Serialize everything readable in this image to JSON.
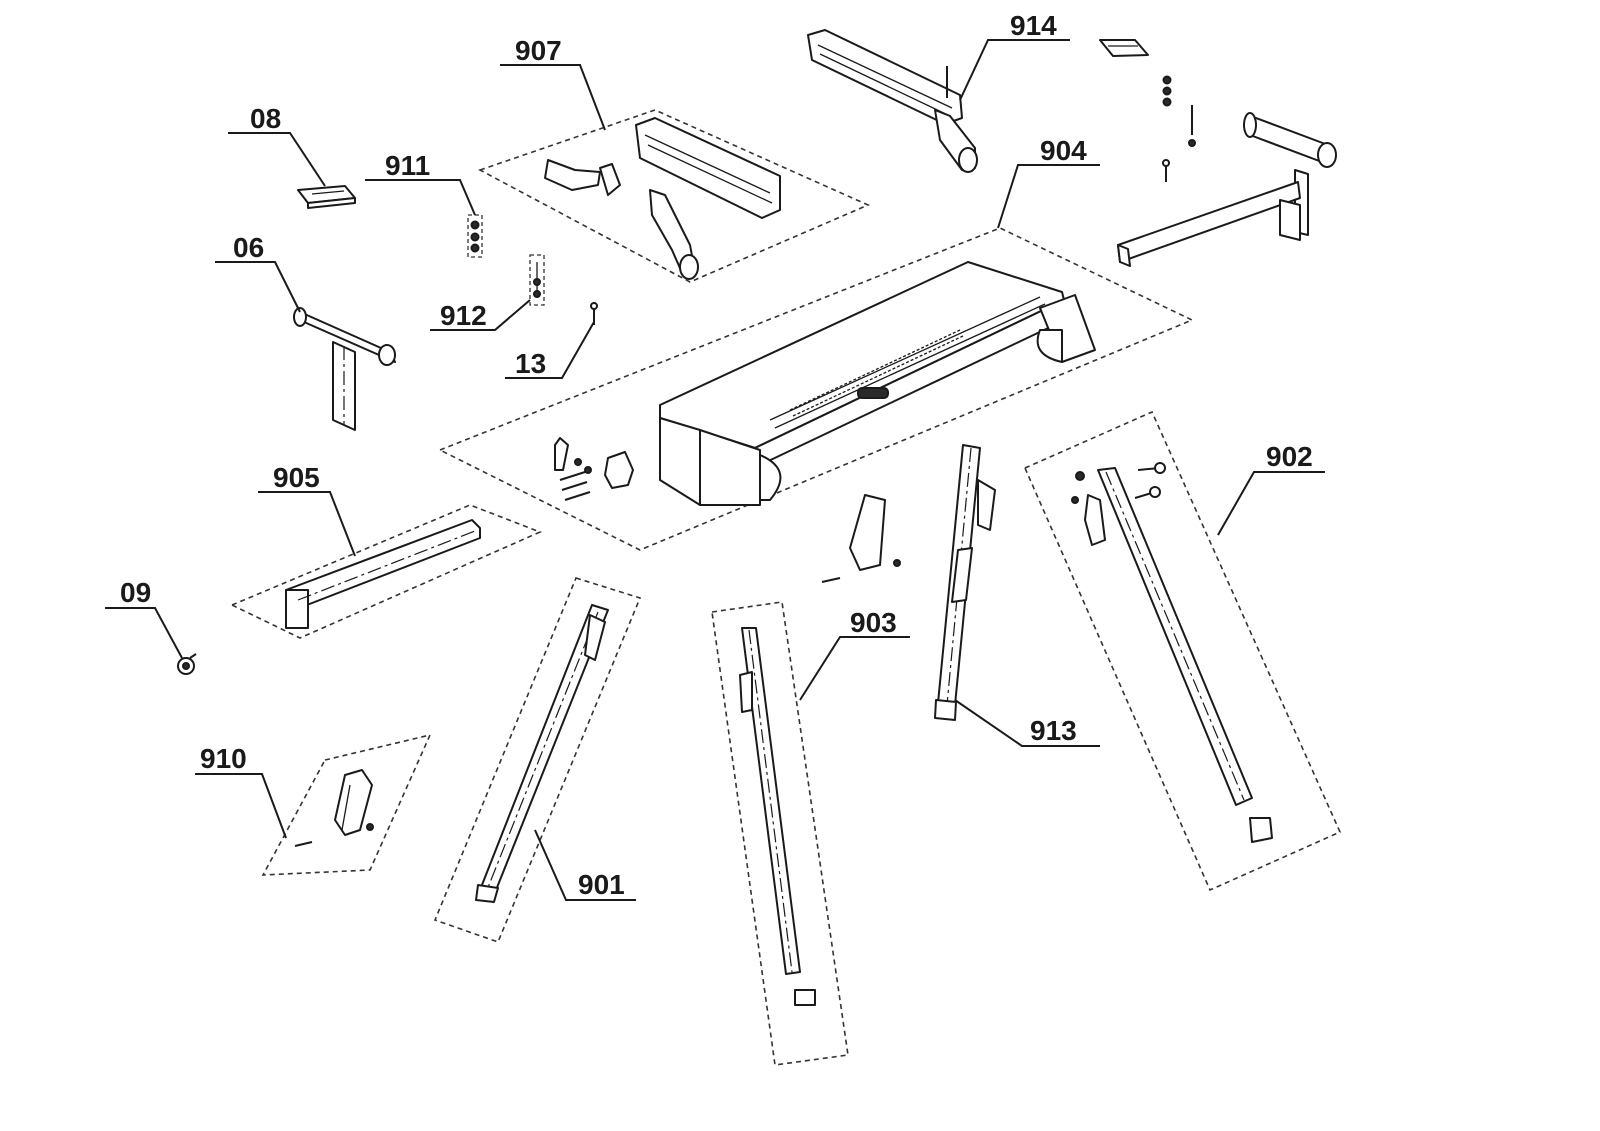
{
  "diagram": {
    "labels": {
      "p08": "08",
      "p06": "06",
      "p911": "911",
      "p912": "912",
      "p13": "13",
      "p907": "907",
      "p914": "914",
      "p904": "904",
      "p905": "905",
      "p09": "09",
      "p910": "910",
      "p901": "901",
      "p903": "903",
      "p913": "913",
      "p902": "902"
    }
  }
}
